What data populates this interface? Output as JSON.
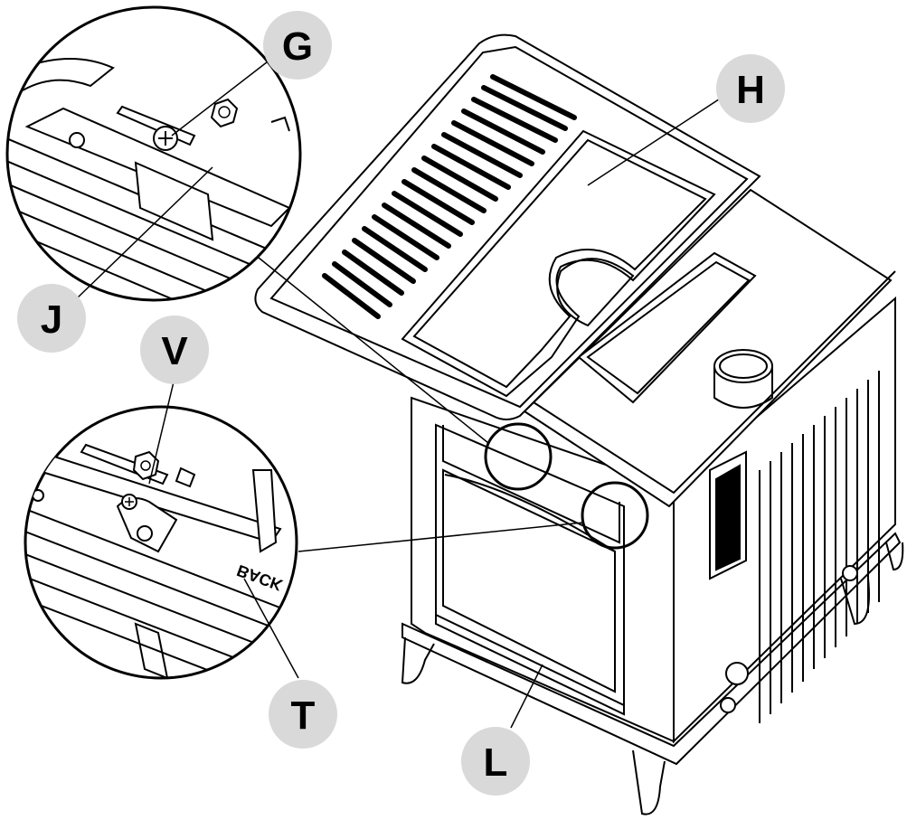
{
  "diagram": {
    "callouts": [
      {
        "id": "G",
        "label": "G"
      },
      {
        "id": "H",
        "label": "H"
      },
      {
        "id": "J",
        "label": "J"
      },
      {
        "id": "V",
        "label": "V"
      },
      {
        "id": "T",
        "label": "T"
      },
      {
        "id": "L",
        "label": "L"
      }
    ],
    "engraved_text": "BACK",
    "colors": {
      "line": "#000000",
      "callout_fill": "#d9d9d9",
      "background": "#ffffff"
    }
  }
}
